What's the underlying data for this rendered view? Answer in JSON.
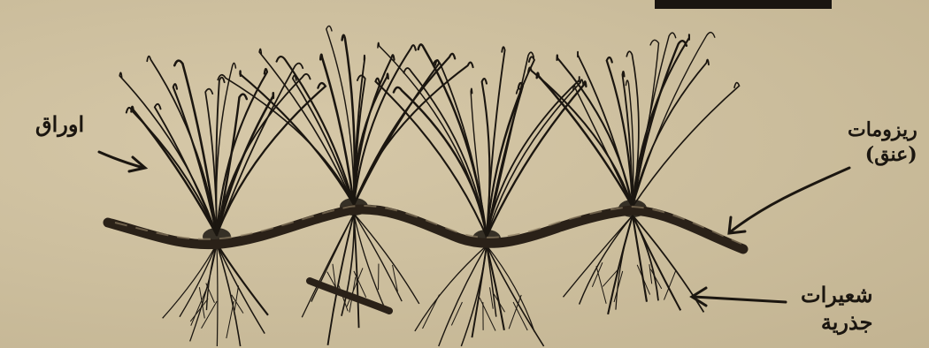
{
  "labels": {
    "leaves": "اوراق",
    "rhizome_line1": "ريزومات",
    "rhizome_line2": "(عنق)",
    "roots_line1": "شعيرات",
    "roots_line2": "جذرية"
  },
  "colors": {
    "paper": "#cdbf9f",
    "ink": "#1b1610"
  },
  "plants": [
    {
      "name": "plant-1"
    },
    {
      "name": "plant-2"
    },
    {
      "name": "plant-3"
    },
    {
      "name": "plant-4"
    }
  ]
}
